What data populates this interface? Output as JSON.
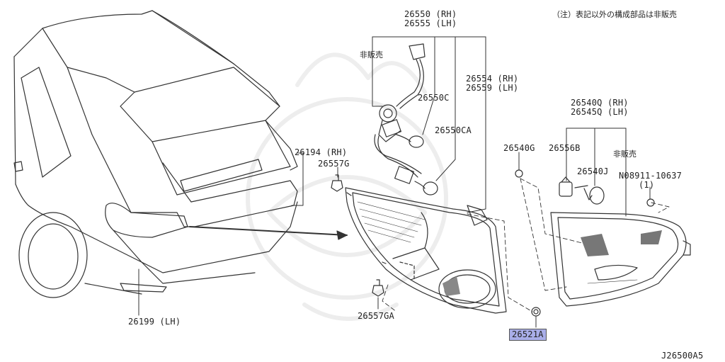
{
  "note_top_right": "（注）表記以外の構成部品は非販売",
  "drawing_number": "J26500A5",
  "colors": {
    "line": "#333333",
    "highlight": "#a9aee8"
  },
  "labels": {
    "p26550": "26550 (RH)",
    "p26555": "26555 (LH)",
    "not_sold_1": "非販売",
    "p26550C": "26550C",
    "p26554": "26554 (RH)",
    "p26559": "26559 (LH)",
    "p26550CA": "26550CA",
    "p26540Q": "26540Q (RH)",
    "p26545Q": "26545Q (LH)",
    "p26540G": "26540G",
    "p26556B": "26556B",
    "not_sold_2": "非販売",
    "p26540J": "26540J",
    "p08911": "N08911-10637",
    "p08911_qty": "(1)",
    "p26194": "26194 (RH)",
    "p26557G": "26557G",
    "p26557GA": "26557GA",
    "p26199": "26199 (LH)",
    "p26521A": "26521A"
  }
}
